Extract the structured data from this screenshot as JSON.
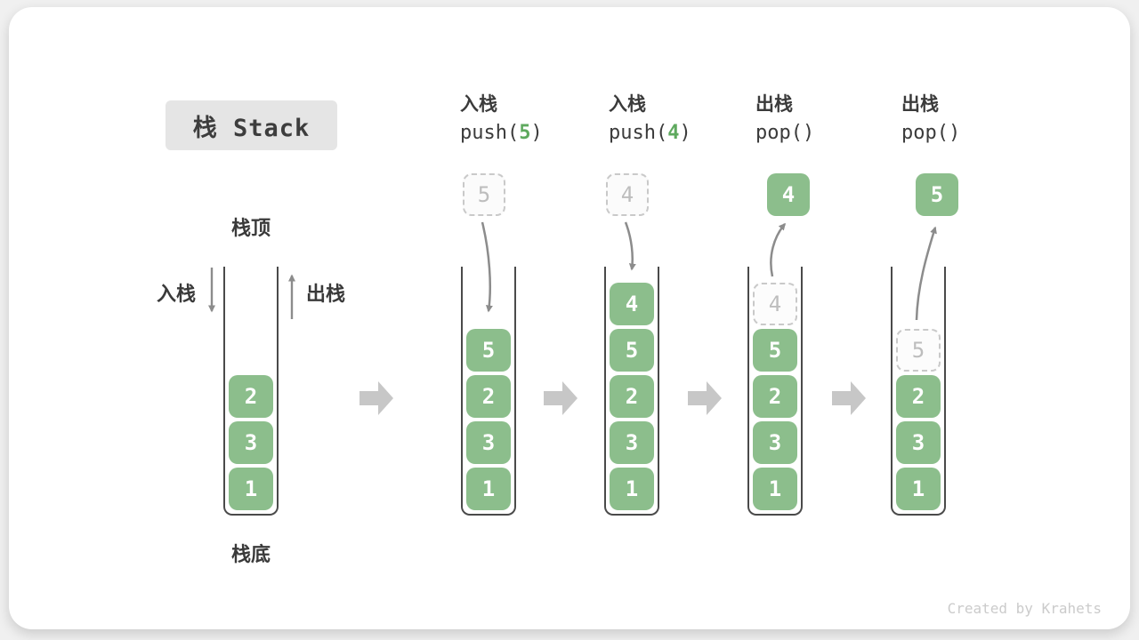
{
  "title_badge": "栈 Stack",
  "watermark": "Created by Krahets",
  "stack_diagram_labels": {
    "top": "栈顶",
    "bottom": "栈底",
    "push_side": "入栈",
    "pop_side": "出栈"
  },
  "operations": [
    {
      "label": "入栈",
      "code_pre": "push(",
      "code_num": "5",
      "code_post": ")"
    },
    {
      "label": "入栈",
      "code_pre": "push(",
      "code_num": "4",
      "code_post": ")"
    },
    {
      "label": "出栈",
      "code_pre": "pop()",
      "code_num": "",
      "code_post": ""
    },
    {
      "label": "出栈",
      "code_pre": "pop()",
      "code_num": "",
      "code_post": ""
    }
  ],
  "stacks": [
    {
      "cells": [
        {
          "v": "2"
        },
        {
          "v": "3"
        },
        {
          "v": "1"
        }
      ]
    },
    {
      "float": {
        "v": "5"
      },
      "cells": [
        {
          "v": "5"
        },
        {
          "v": "2"
        },
        {
          "v": "3"
        },
        {
          "v": "1"
        }
      ]
    },
    {
      "float": {
        "v": "4"
      },
      "cells": [
        {
          "v": "4"
        },
        {
          "v": "5"
        },
        {
          "v": "2"
        },
        {
          "v": "3"
        },
        {
          "v": "1"
        }
      ]
    },
    {
      "float": {
        "v": "4"
      },
      "cells": [
        {
          "v": "4"
        },
        {
          "v": "5"
        },
        {
          "v": "2"
        },
        {
          "v": "3"
        },
        {
          "v": "1"
        }
      ]
    },
    {
      "float": {
        "v": "5"
      },
      "cells": [
        {
          "v": "5"
        },
        {
          "v": "2"
        },
        {
          "v": "3"
        },
        {
          "v": "1"
        }
      ]
    }
  ],
  "colors": {
    "box_green": "#8cbe8c",
    "code_number_green": "#5ea95e",
    "arrow_gray": "#8c8c8c",
    "block_arrow_gray": "#c7c7c7",
    "badge_bg": "#e5e5e5",
    "text_dark": "#3a3a3a",
    "ghost_border_gray": "#c9c9c9"
  }
}
